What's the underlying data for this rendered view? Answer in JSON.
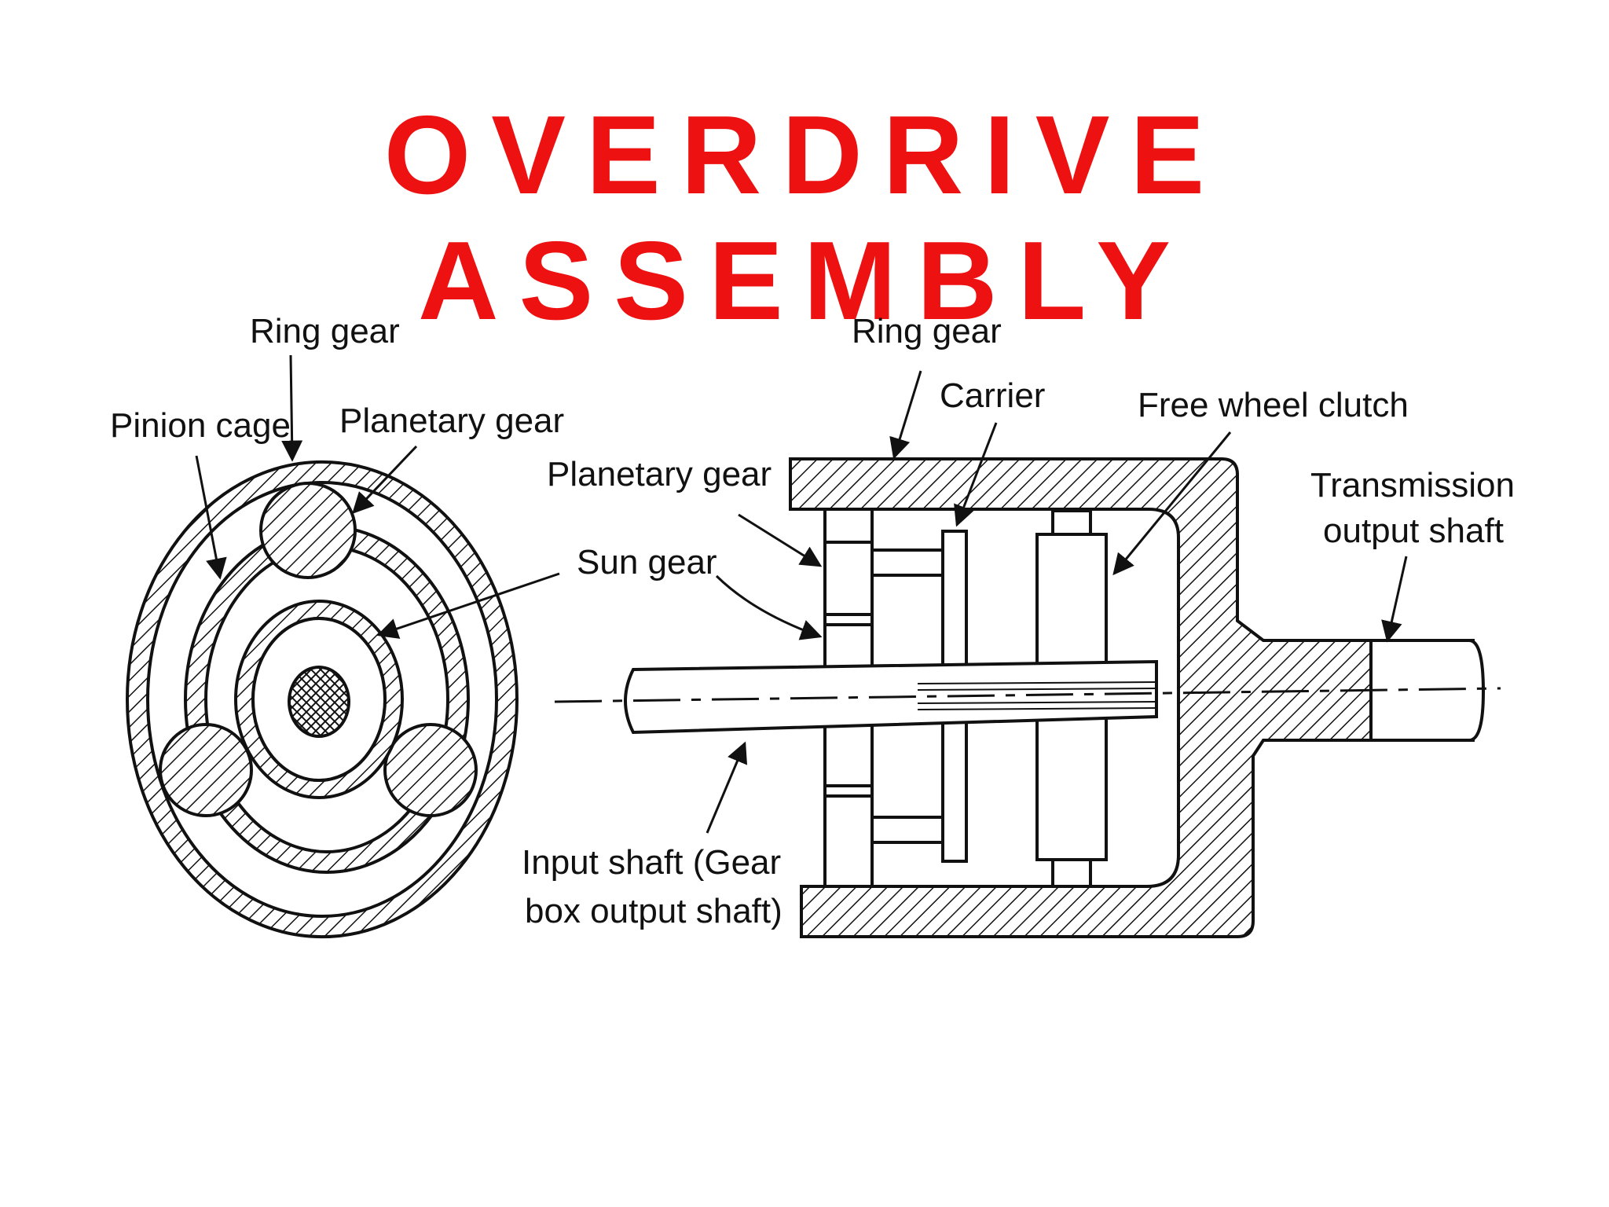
{
  "title": "OVERDRIVE ASSEMBLY",
  "colors": {
    "title": "#ee1111",
    "ink": "#111111",
    "background": "#ffffff"
  },
  "labels": {
    "front_view": {
      "ring_gear": "Ring gear",
      "pinion_cage": "Pinion cage",
      "planetary_gear": "Planetary gear"
    },
    "section_view": {
      "ring_gear": "Ring gear",
      "carrier": "Carrier",
      "free_wheel_clutch": "Free wheel clutch",
      "planetary_gear": "Planetary gear",
      "sun_gear": "Sun gear",
      "transmission_output_shaft_line1": "Transmission",
      "transmission_output_shaft_line2": "output shaft",
      "input_shaft_line1": "Input shaft (Gear",
      "input_shaft_line2": "box output shaft)"
    }
  }
}
